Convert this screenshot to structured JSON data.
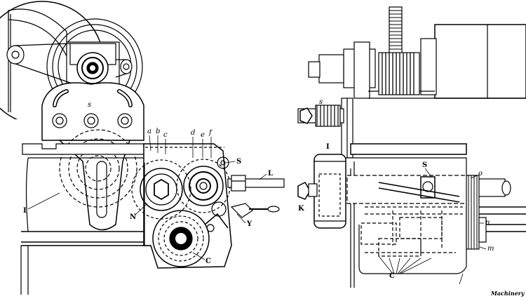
{
  "drawing": {
    "colors": {
      "ink": "#000000",
      "paper": "#ffffff"
    },
    "left_view": {
      "labels": {
        "s": "s",
        "a": "a",
        "b": "b",
        "c": "c",
        "d": "d",
        "e": "e",
        "f": "f",
        "S": "S",
        "L": "L",
        "I": "I",
        "N": "N",
        "Y": "Y",
        "C": "C"
      }
    },
    "right_view": {
      "labels": {
        "s": "s",
        "I": "I",
        "S": "S",
        "o": "o",
        "K": "K",
        "n": "n",
        "m": "m",
        "C": "C"
      }
    },
    "credit": "Machinery"
  }
}
